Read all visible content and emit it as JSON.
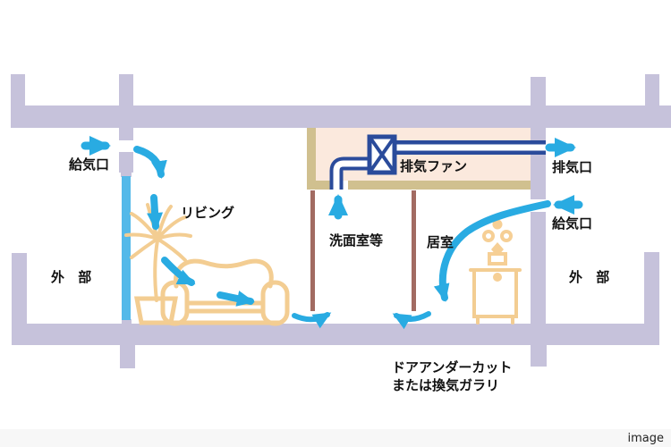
{
  "labels": {
    "supply_left": "給気口",
    "living": "リビング",
    "outside_left": "外 部",
    "washroom": "洗面室等",
    "room": "居室",
    "exhaust_fan": "排気ファン",
    "exhaust_outlet": "排気口",
    "supply_right": "給気口",
    "outside_right": "外 部",
    "door_undercut_line1": "ドアアンダーカット",
    "door_undercut_line2": "または換気ガラリ",
    "watermark": "image"
  },
  "colors": {
    "wall": "#c6c2db",
    "attic": "#fbe9dd",
    "ceiling_beam": "#d0c08f",
    "interior_wall": "#a26b62",
    "duct_and_fan": "#2a4b9b",
    "airflow_arrow": "#29abe2",
    "window": "#54b9e9",
    "furniture": "#f3cd92",
    "text": "#111111",
    "footer_bg": "#f7f7f7"
  }
}
